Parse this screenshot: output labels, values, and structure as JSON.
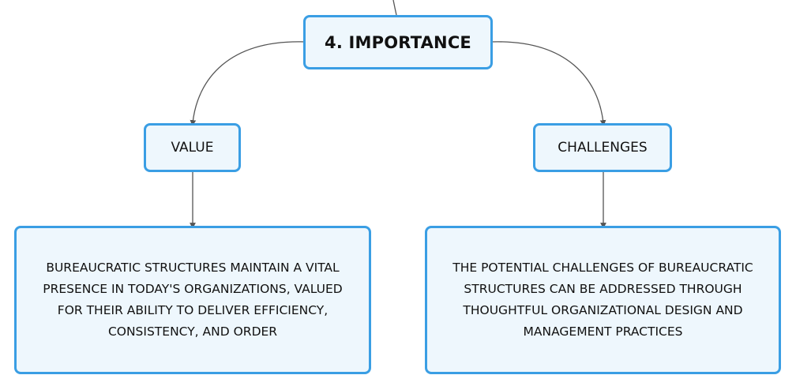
{
  "diagram": {
    "root": {
      "label": "4. IMPORTANCE"
    },
    "branches": [
      {
        "label": "VALUE",
        "detail": "BUREAUCRATIC STRUCTURES MAINTAIN A VITAL PRESENCE IN TODAY'S ORGANIZATIONS, VALUED FOR THEIR ABILITY TO DELIVER EFFICIENCY, CONSISTENCY, AND ORDER"
      },
      {
        "label": "CHALLENGES",
        "detail": "THE POTENTIAL CHALLENGES OF BUREAUCRATIC STRUCTURES CAN BE ADDRESSED THROUGH THOUGHTFUL ORGANIZATIONAL DESIGN AND MANAGEMENT PRACTICES"
      }
    ]
  },
  "colors": {
    "node_border": "#3a9ee4",
    "node_fill": "#eef7fd",
    "connector": "#555555"
  }
}
